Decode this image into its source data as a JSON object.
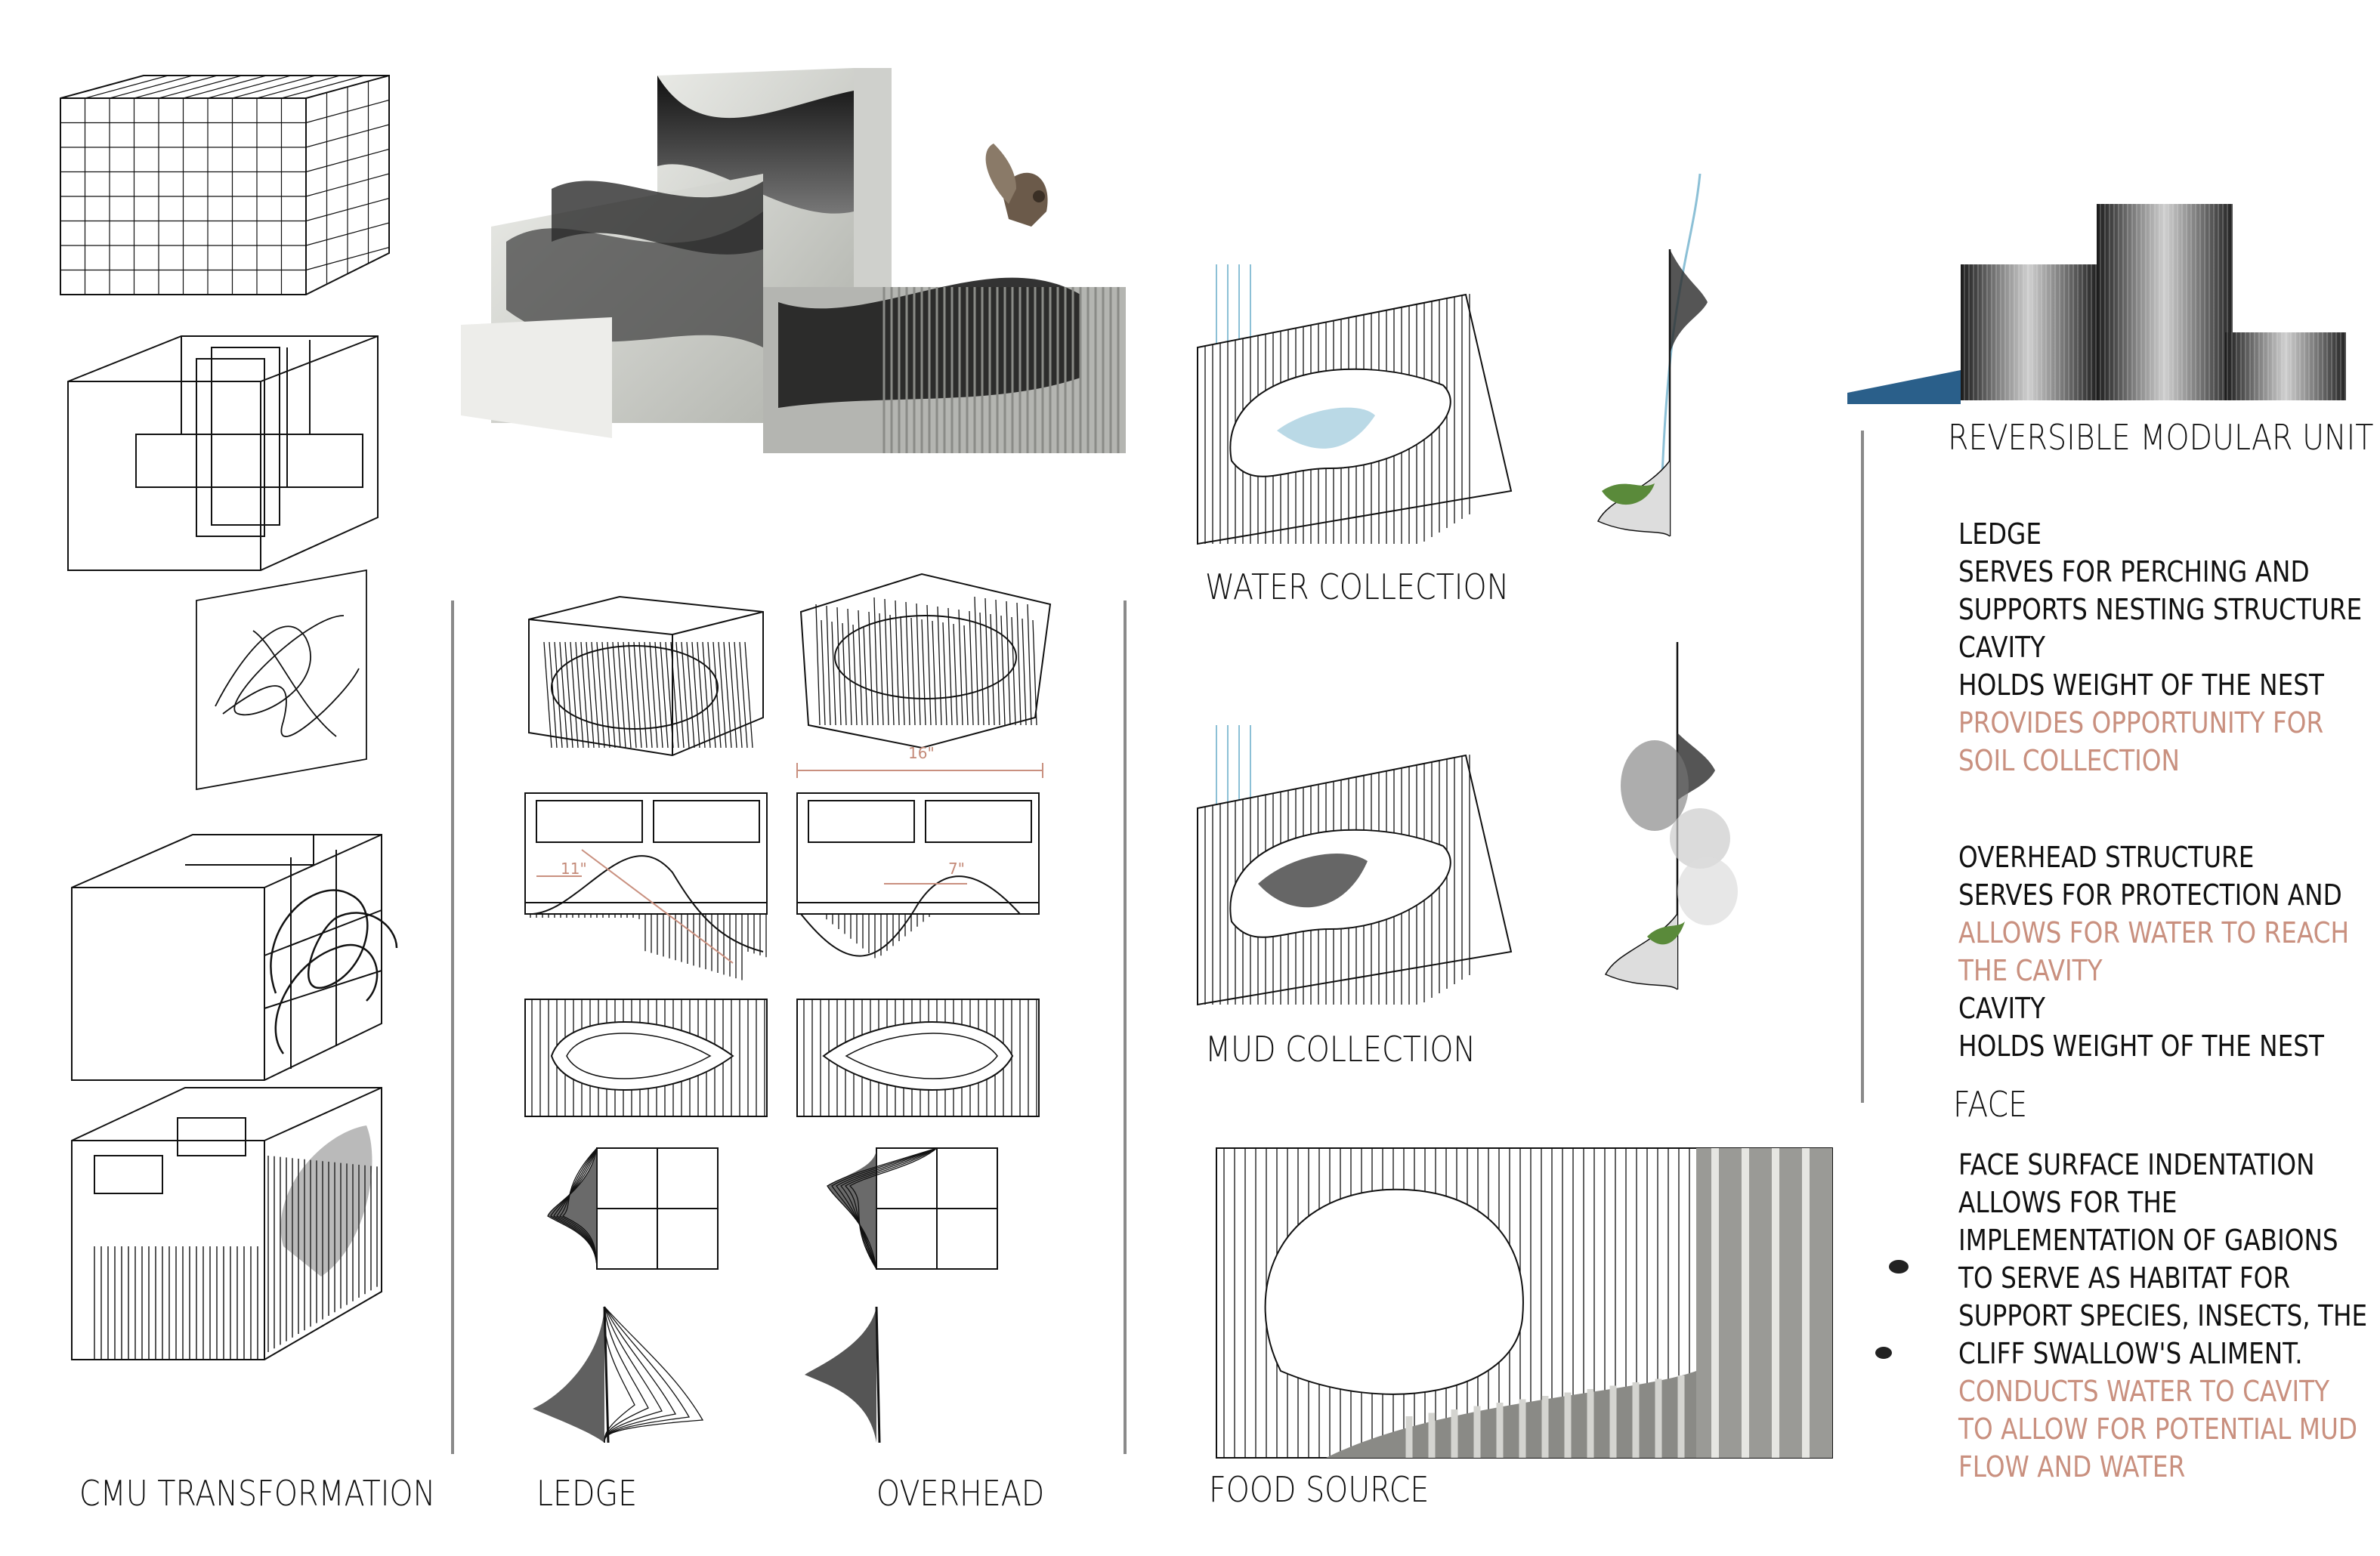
{
  "colors": {
    "accent": "#c9907f",
    "line": "#111111",
    "water": "#8cc0d6",
    "concrete": "#d8d9d5",
    "shadow": "#2b2b2b",
    "leaf": "#5a8a3a"
  },
  "labels": {
    "cmu_transformation": "CMU TRANSFORMATION",
    "ledge": "LEDGE",
    "overhead": "OVERHEAD",
    "water_collection": "WATER COLLECTION",
    "mud_collection": "MUD COLLECTION",
    "food_source": "FOOD SOURCE",
    "reversible_modular_unit": "REVERSIBLE MODULAR UNIT",
    "face": "FACE"
  },
  "dimensions": {
    "d16": "16\"",
    "d11": "11\"",
    "d7": "7\""
  },
  "ledge_block": {
    "lines": [
      {
        "text": "LEDGE",
        "accent": false
      },
      {
        "text": "SERVES FOR PERCHING AND",
        "accent": false
      },
      {
        "text": "SUPPORTS NESTING STRUCTURE",
        "accent": false
      },
      {
        "text": "CAVITY",
        "accent": false
      },
      {
        "text": "HOLDS WEIGHT OF THE NEST",
        "accent": false
      },
      {
        "text": "PROVIDES OPPORTUNITY FOR",
        "accent": true
      },
      {
        "text": "SOIL COLLECTION",
        "accent": true
      }
    ]
  },
  "overhead_block": {
    "lines": [
      {
        "text": "OVERHEAD STRUCTURE",
        "accent": false
      },
      {
        "text": "SERVES FOR PROTECTION AND",
        "accent": false
      },
      {
        "text": "ALLOWS FOR WATER TO REACH",
        "accent": true
      },
      {
        "text": "THE CAVITY",
        "accent": true
      },
      {
        "text": "CAVITY",
        "accent": false
      },
      {
        "text": "HOLDS WEIGHT OF THE NEST",
        "accent": false
      }
    ]
  },
  "face_block": {
    "lines": [
      {
        "text": "FACE SURFACE INDENTATION",
        "accent": false
      },
      {
        "text": "ALLOWS FOR THE",
        "accent": false
      },
      {
        "text": "IMPLEMENTATION OF GABIONS",
        "accent": false
      },
      {
        "text": "TO SERVE AS HABITAT FOR",
        "accent": false
      },
      {
        "text": "SUPPORT SPECIES, INSECTS, THE",
        "accent": false
      },
      {
        "text": "CLIFF SWALLOW'S ALIMENT.",
        "accent": false
      },
      {
        "text": "CONDUCTS WATER TO CAVITY",
        "accent": true
      },
      {
        "text": "TO ALLOW FOR POTENTIAL MUD",
        "accent": true
      },
      {
        "text": "FLOW AND WATER",
        "accent": true
      }
    ]
  }
}
